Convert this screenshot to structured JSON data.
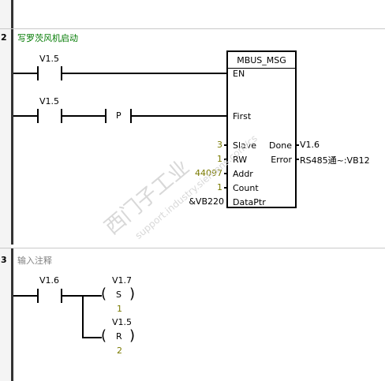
{
  "network2": {
    "number": "2",
    "title": "写罗茨风机启动",
    "contact1": "V1.5",
    "contact2": "V1.5",
    "pulse": "P",
    "block": {
      "name": "MBUS_MSG",
      "en": "EN",
      "first": "First",
      "slave": "Slave",
      "rw": "RW",
      "addr": "Addr",
      "count": "Count",
      "dataptr": "DataPtr",
      "done": "Done",
      "error": "Error"
    },
    "slave_val": "3",
    "rw_val": "1",
    "addr_val": "44097",
    "count_val": "1",
    "dataptr_val": "&VB220",
    "done_out": "V1.6",
    "error_out": "RS485通~:VB12"
  },
  "network3": {
    "number": "3",
    "title": "输入注释",
    "contact": "V1.6",
    "coil1": {
      "addr": "V1.7",
      "type": "S",
      "n": "1"
    },
    "coil2": {
      "addr": "V1.5",
      "type": "R",
      "n": "2"
    }
  },
  "watermark": {
    "line1": "西门子工业",
    "line2": "support.industry.siemens.com/cs"
  }
}
